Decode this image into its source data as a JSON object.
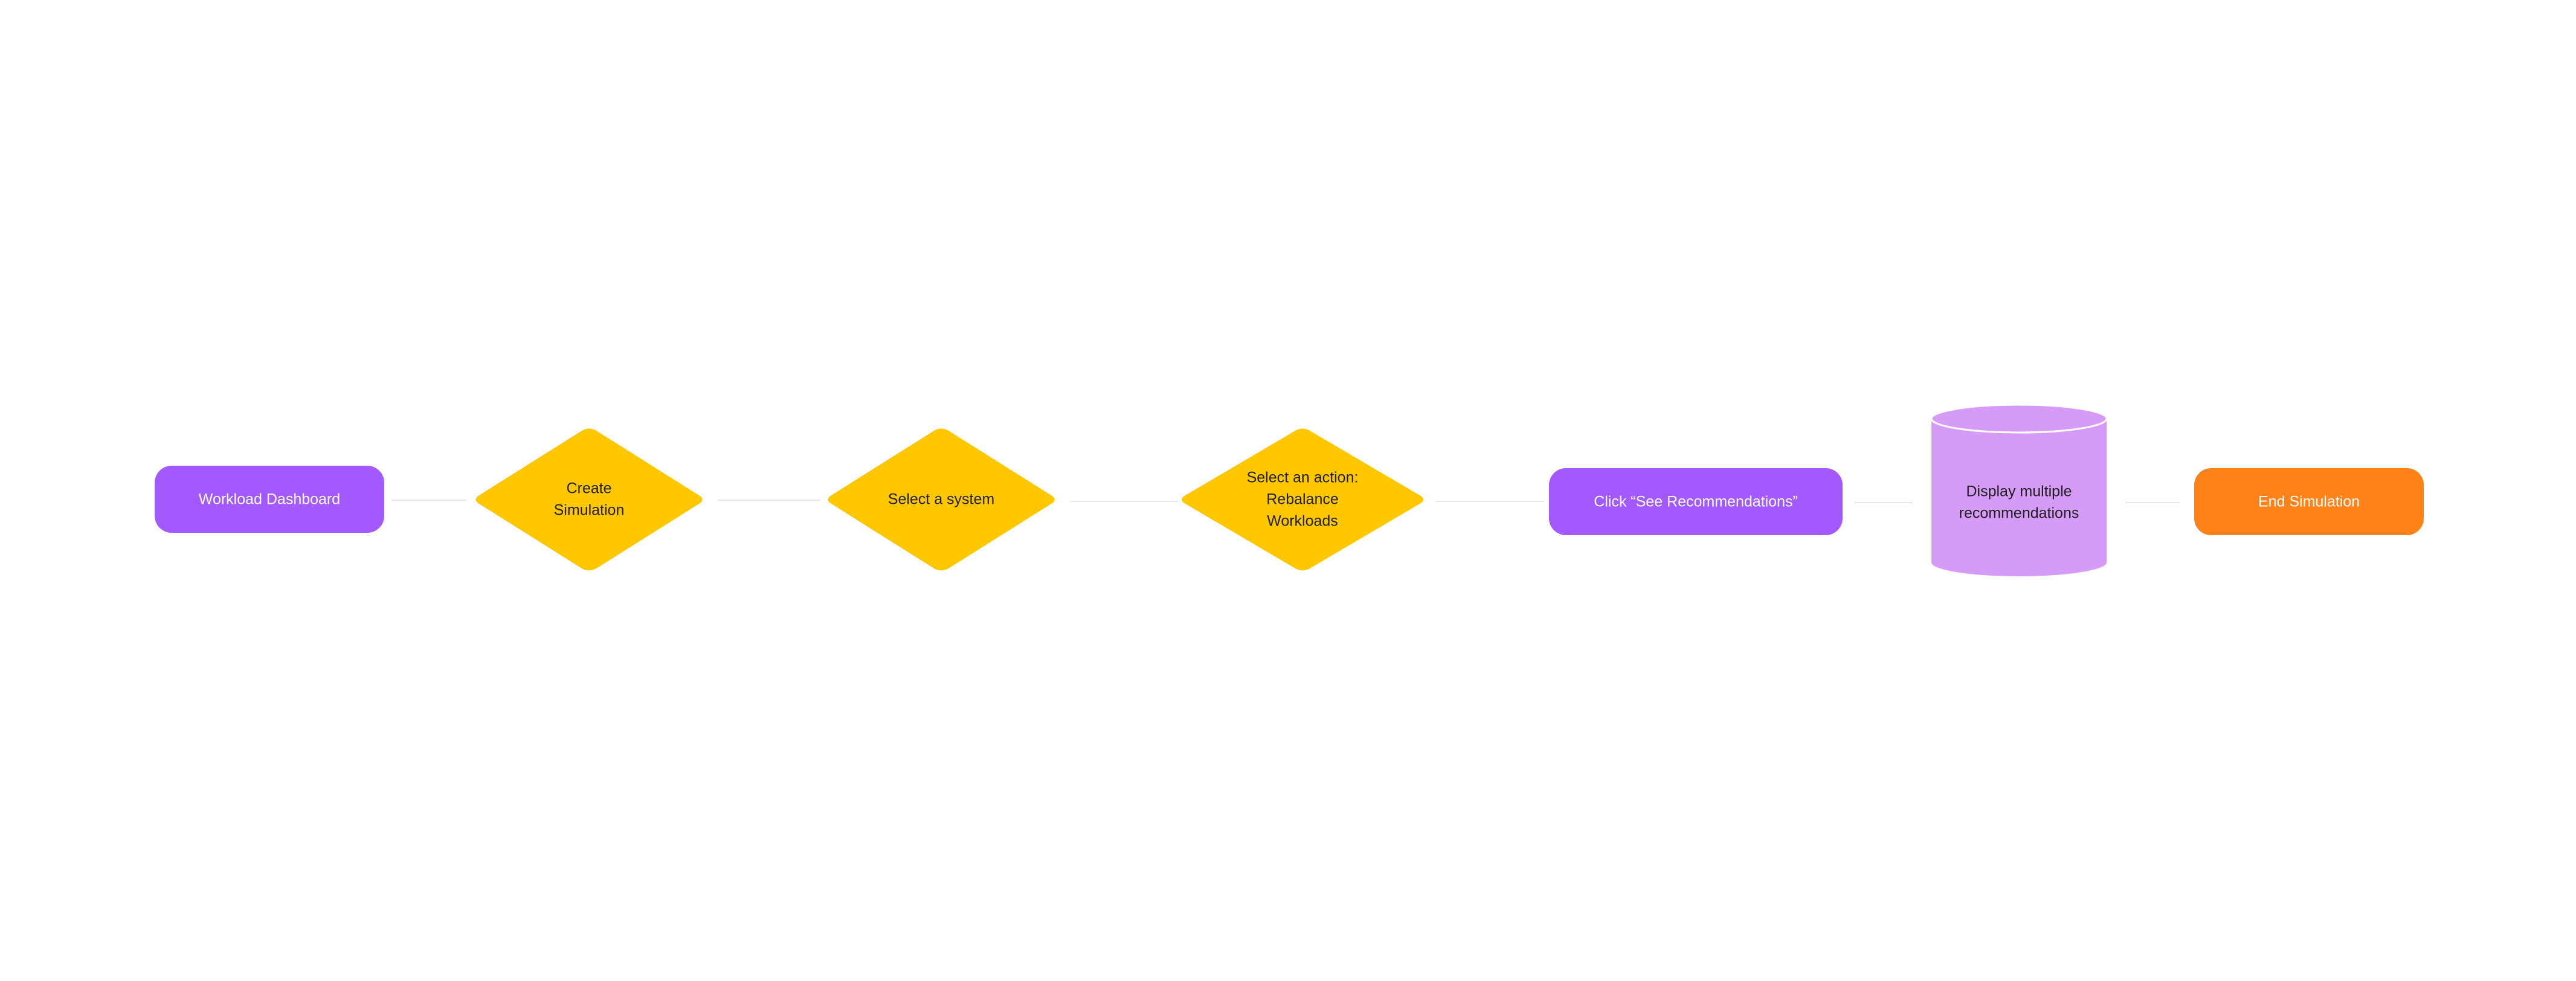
{
  "colors": {
    "terminal_purple": "#a259ff",
    "decision_yellow": "#ffc700",
    "database_lavender": "#d69bf7",
    "end_orange": "#ff8218",
    "connector": "#e6e6e6",
    "text_light": "#ffffff",
    "text_dark": "#1e1e1e"
  },
  "nodes": [
    {
      "id": "workload-dashboard",
      "shape": "rounded-rect",
      "color": "terminal_purple",
      "lines": [
        "Workload Dashboard"
      ]
    },
    {
      "id": "create-simulation",
      "shape": "diamond",
      "color": "decision_yellow",
      "lines": [
        "Create",
        "Simulation"
      ]
    },
    {
      "id": "select-system",
      "shape": "diamond",
      "color": "decision_yellow",
      "lines": [
        "Select a system"
      ]
    },
    {
      "id": "select-action",
      "shape": "diamond",
      "color": "decision_yellow",
      "lines": [
        "Select an action:",
        "Rebalance",
        "Workloads"
      ]
    },
    {
      "id": "see-recommendations",
      "shape": "rounded-rect",
      "color": "terminal_purple",
      "lines": [
        "Click “See Recommendations”"
      ]
    },
    {
      "id": "display-recommendations",
      "shape": "cylinder",
      "color": "database_lavender",
      "lines": [
        "Display multiple",
        "recommendations"
      ]
    },
    {
      "id": "end-simulation",
      "shape": "rounded-rect",
      "color": "end_orange",
      "lines": [
        "End Simulation"
      ]
    }
  ]
}
